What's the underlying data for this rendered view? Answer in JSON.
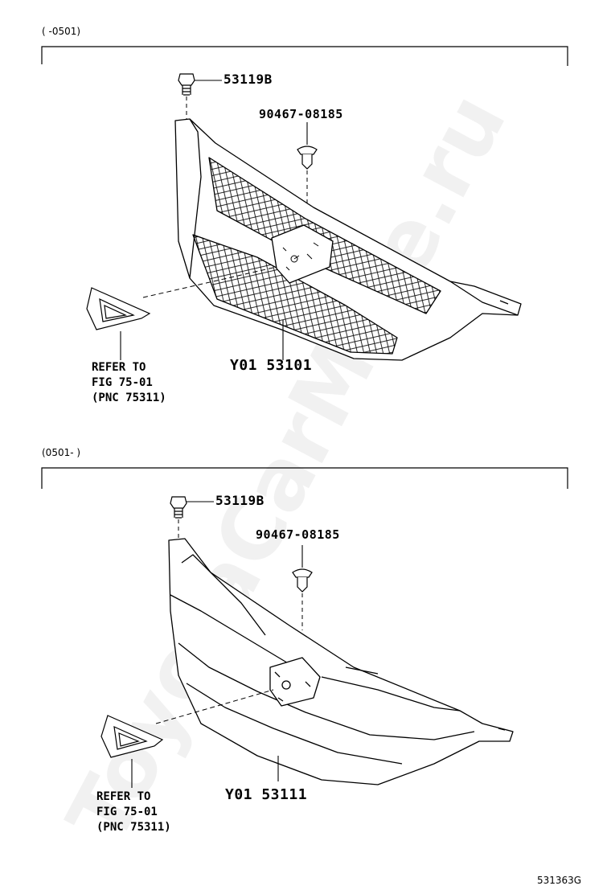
{
  "watermark": "ToyotaCarMine.ru",
  "figure_id": "531363G",
  "panels": [
    {
      "range": "(      -0501)",
      "screw_part": "53119B",
      "clip_part": "90467-08185",
      "grille_part": "Y01 53101",
      "refer": [
        "REFER TO",
        "FIG 75-01",
        "(PNC 75311)"
      ]
    },
    {
      "range": "(0501-      )",
      "screw_part": "53119B",
      "clip_part": "90467-08185",
      "grille_part": "Y01 53111",
      "refer": [
        "REFER TO",
        "FIG 75-01",
        "(PNC 75311)"
      ]
    }
  ]
}
